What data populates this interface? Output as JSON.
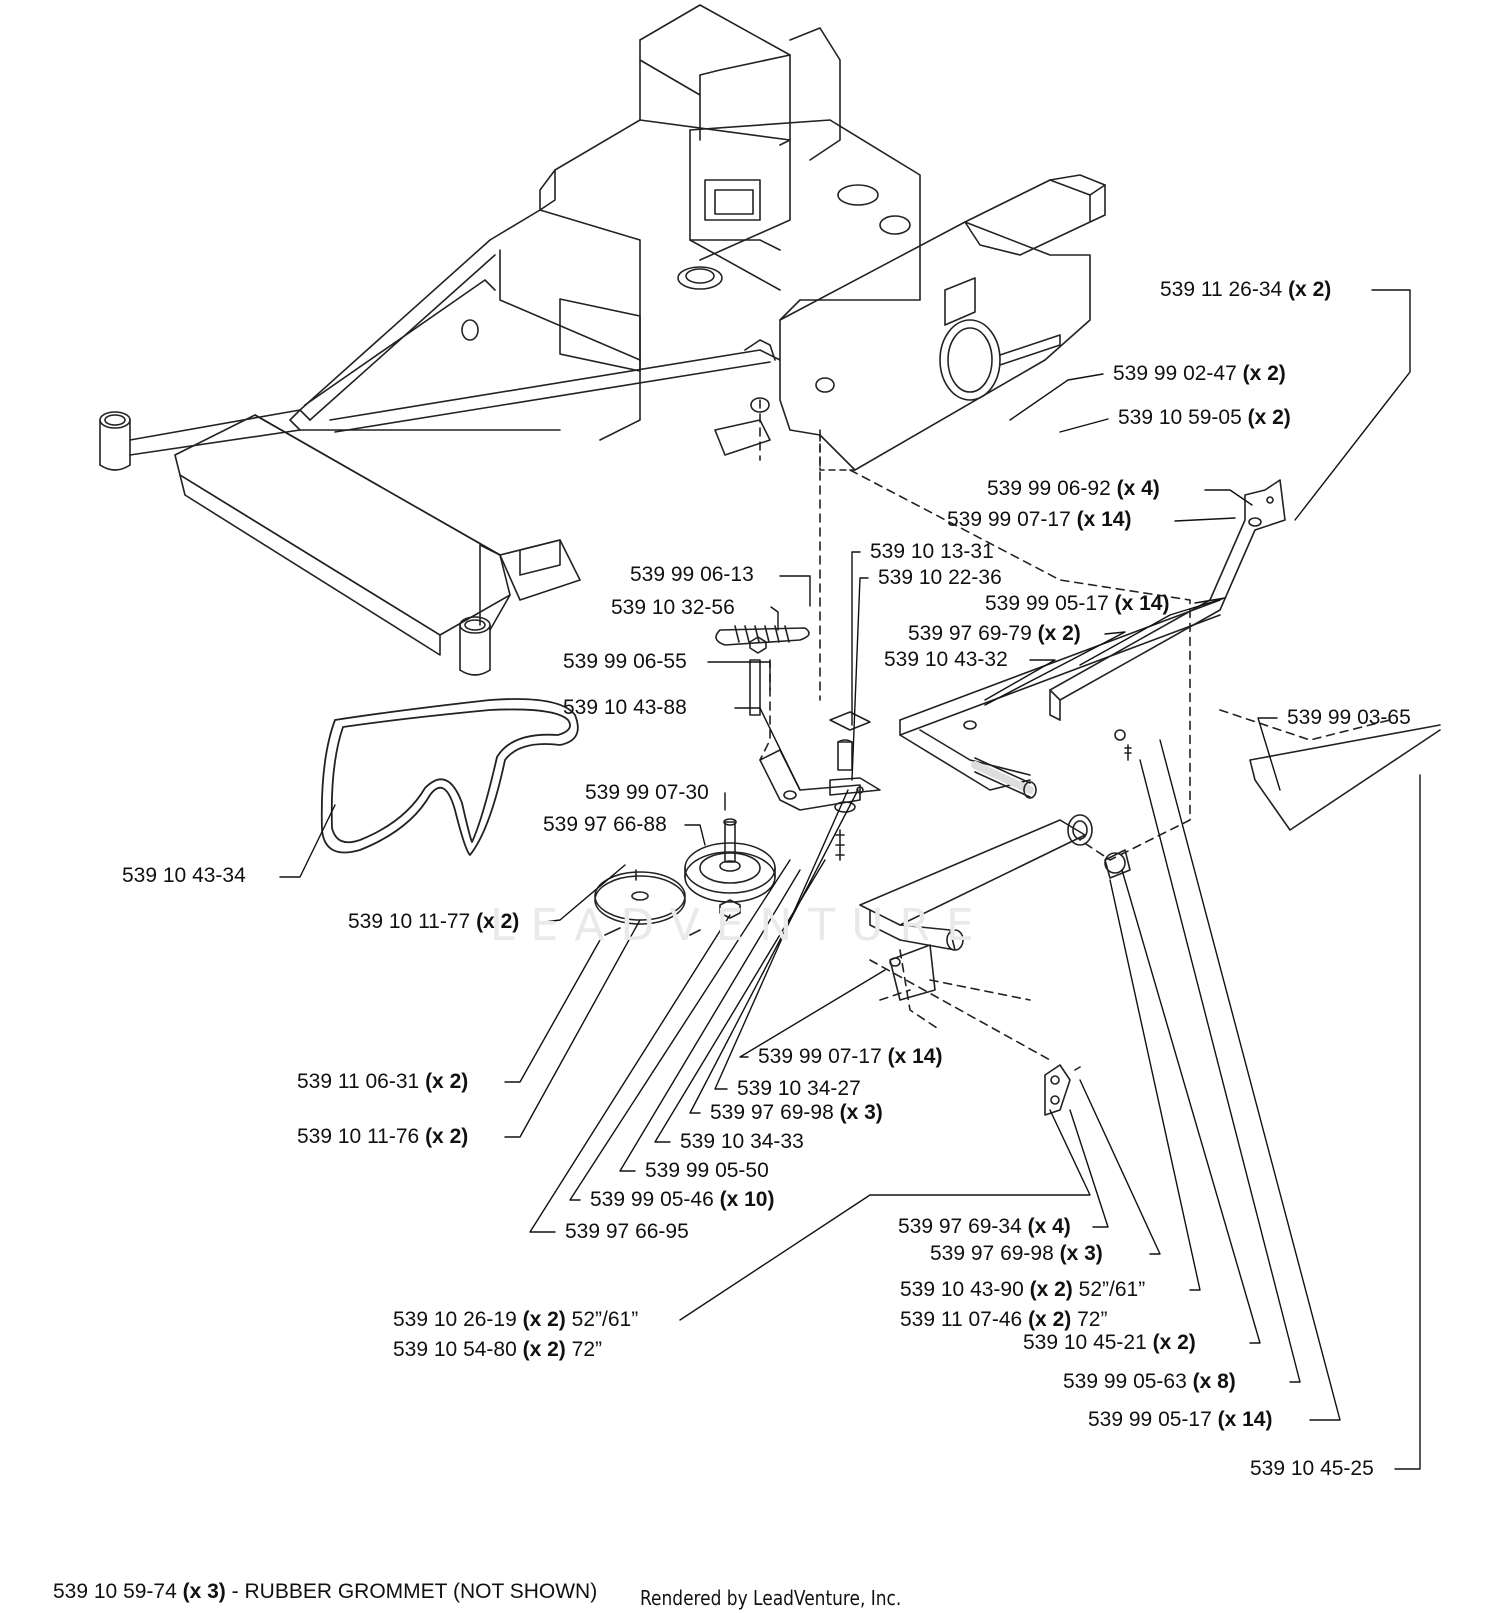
{
  "watermark": "LEADVENTURE",
  "labels": [
    {
      "id": "p1",
      "part": "539 11 26-34",
      "qty": "(x 2)",
      "suffix": ""
    },
    {
      "id": "p2",
      "part": "539 99 02-47",
      "qty": "(x 2)",
      "suffix": ""
    },
    {
      "id": "p3",
      "part": "539 10 59-05",
      "qty": "(x 2)",
      "suffix": ""
    },
    {
      "id": "p4",
      "part": "539 99 06-92",
      "qty": "(x 4)",
      "suffix": ""
    },
    {
      "id": "p5",
      "part": "539 99 07-17",
      "qty": "(x 14)",
      "suffix": ""
    },
    {
      "id": "p6",
      "part": "539 10 13-31",
      "qty": "",
      "suffix": ""
    },
    {
      "id": "p7",
      "part": "539 99 06-13",
      "qty": "",
      "suffix": ""
    },
    {
      "id": "p8",
      "part": "539 10 22-36",
      "qty": "",
      "suffix": ""
    },
    {
      "id": "p9",
      "part": "539 10 32-56",
      "qty": "",
      "suffix": ""
    },
    {
      "id": "p10",
      "part": "539 99 05-17",
      "qty": "(x 14)",
      "suffix": ""
    },
    {
      "id": "p11",
      "part": "539 97 69-79",
      "qty": "(x 2)",
      "suffix": ""
    },
    {
      "id": "p12",
      "part": "539 10 43-32",
      "qty": "",
      "suffix": ""
    },
    {
      "id": "p13",
      "part": "539 99 06-55",
      "qty": "",
      "suffix": ""
    },
    {
      "id": "p14",
      "part": "539 10 43-88",
      "qty": "",
      "suffix": ""
    },
    {
      "id": "p15",
      "part": "539 99 03-65",
      "qty": "",
      "suffix": ""
    },
    {
      "id": "p16",
      "part": "539 99 07-30",
      "qty": "",
      "suffix": ""
    },
    {
      "id": "p17",
      "part": "539 97 66-88",
      "qty": "",
      "suffix": ""
    },
    {
      "id": "p18",
      "part": "539 10 43-34",
      "qty": "",
      "suffix": ""
    },
    {
      "id": "p19",
      "part": "539 10 11-77",
      "qty": "(x 2)",
      "suffix": ""
    },
    {
      "id": "p20",
      "part": "539 99 07-17",
      "qty": "(x 14)",
      "suffix": ""
    },
    {
      "id": "p21",
      "part": "539 11 06-31",
      "qty": "(x 2)",
      "suffix": ""
    },
    {
      "id": "p22",
      "part": "539 10 34-27",
      "qty": "",
      "suffix": ""
    },
    {
      "id": "p23",
      "part": "539 97 69-98",
      "qty": "(x 3)",
      "suffix": ""
    },
    {
      "id": "p24",
      "part": "539 10 11-76",
      "qty": "(x 2)",
      "suffix": ""
    },
    {
      "id": "p25",
      "part": "539 10 34-33",
      "qty": "",
      "suffix": ""
    },
    {
      "id": "p26",
      "part": "539 99 05-50",
      "qty": "",
      "suffix": ""
    },
    {
      "id": "p27",
      "part": "539 99 05-46",
      "qty": "(x 10)",
      "suffix": ""
    },
    {
      "id": "p28",
      "part": "539 97 69-34",
      "qty": "(x 4)",
      "suffix": ""
    },
    {
      "id": "p29",
      "part": "539 97 66-95",
      "qty": "",
      "suffix": ""
    },
    {
      "id": "p30",
      "part": "539 97 69-98",
      "qty": "(x 3)",
      "suffix": ""
    },
    {
      "id": "p31",
      "part": "539 10 43-90",
      "qty": "(x 2)",
      "suffix": "52”/61”"
    },
    {
      "id": "p32",
      "part": "539 11 07-46",
      "qty": "(x 2)",
      "suffix": "72”"
    },
    {
      "id": "p33",
      "part": "539 10 26-19",
      "qty": "(x 2)",
      "suffix": "52”/61”"
    },
    {
      "id": "p34",
      "part": "539 10 45-21",
      "qty": "(x 2)",
      "suffix": ""
    },
    {
      "id": "p35",
      "part": "539 10 54-80",
      "qty": "(x 2)",
      "suffix": "72”"
    },
    {
      "id": "p36",
      "part": "539 99 05-63",
      "qty": "(x 8)",
      "suffix": ""
    },
    {
      "id": "p37",
      "part": "539 99 05-17",
      "qty": "(x 14)",
      "suffix": ""
    },
    {
      "id": "p38",
      "part": "539 10 45-25",
      "qty": "",
      "suffix": ""
    }
  ],
  "footnote": {
    "part": "539 10 59-74",
    "qty": "(x 3)",
    "text": "- RUBBER GROMMET (NOT SHOWN)"
  },
  "credit": "Rendered by LeadVenture, Inc."
}
